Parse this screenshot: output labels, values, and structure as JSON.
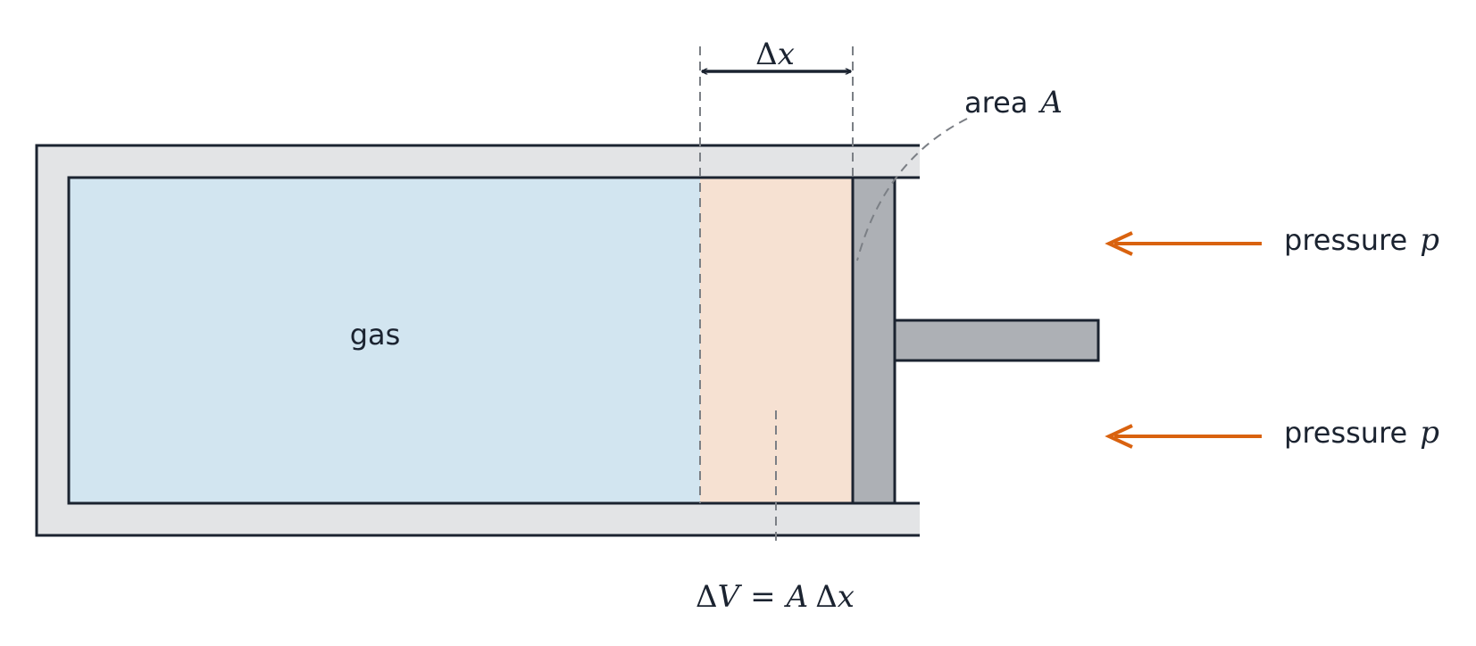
{
  "labels": {
    "gas": "gas",
    "area_prefix": "area",
    "area_symbol": "A",
    "pressure_prefix": "pressure",
    "pressure_symbol": "p",
    "delta": "Δ",
    "dx_var": "x",
    "dV_var": "V",
    "equals": "=",
    "dV_A": "A"
  },
  "colors": {
    "outline": "#1b2330",
    "cylinder_wall": "#e3e4e6",
    "gas_fill": "#d2e5f0",
    "swept_fill": "#f6e1d2",
    "piston_fill": "#adb0b5",
    "arrow": "#d9620f",
    "guide": "#7b7f85"
  }
}
